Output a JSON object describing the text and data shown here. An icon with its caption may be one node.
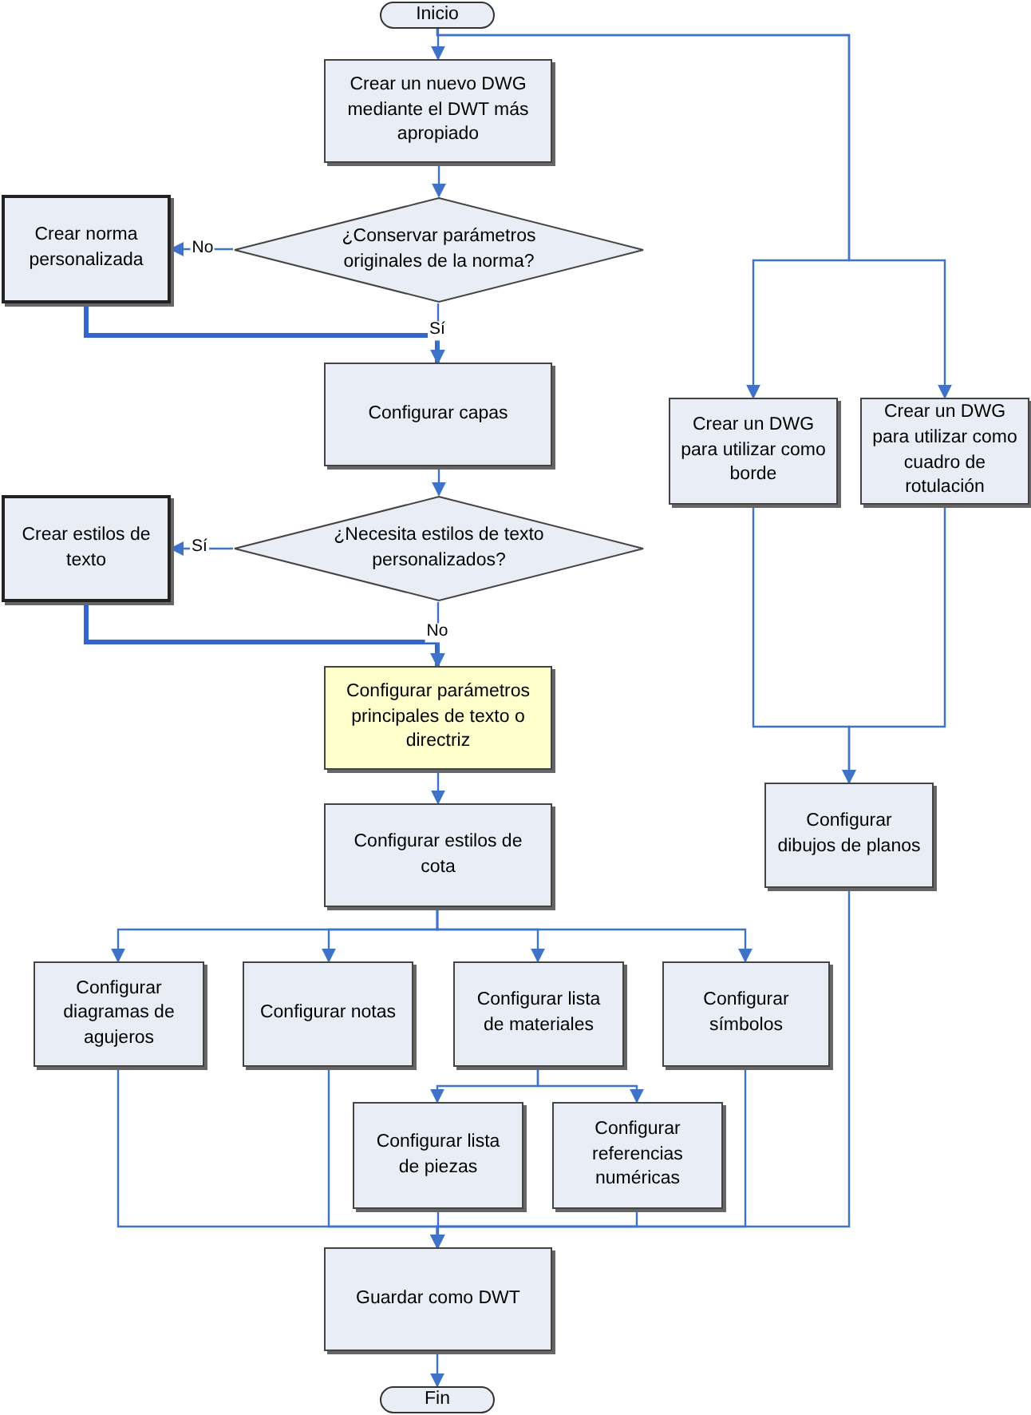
{
  "diagram": {
    "nodes": [
      {
        "text": [
          "Inicio"
        ]
      },
      {
        "text": [
          "Crear un nuevo DWG mediante el DWT más apropiado"
        ]
      },
      {
        "text": [
          "Crear norma personalizada"
        ]
      },
      {
        "text": [
          "¿Conservar parámetros originales de la norma?"
        ]
      },
      {
        "text": [
          "Configurar capas"
        ]
      },
      {
        "text": [
          "Crear estilos de texto"
        ]
      },
      {
        "text": [
          "¿Necesita estilos de texto personalizados?"
        ]
      },
      {
        "text": [
          "Configurar parámetros principales de texto o directriz"
        ]
      },
      {
        "text": [
          "Configurar estilos de cota"
        ]
      },
      {
        "text": [
          "Configurar diagramas de agujeros"
        ]
      },
      {
        "text": [
          "Configurar notas"
        ]
      },
      {
        "text": [
          "Configurar lista de materiales"
        ]
      },
      {
        "text": [
          "Configurar símbolos"
        ]
      },
      {
        "text": [
          "Configurar lista de piezas"
        ]
      },
      {
        "text": [
          "Configurar referencias numéricas"
        ]
      },
      {
        "text": [
          "Guardar como DWT"
        ]
      },
      {
        "text": [
          "Fin"
        ]
      },
      {
        "text": [
          "Crear un DWG para utilizar como borde"
        ]
      },
      {
        "text": [
          "Crear un DWG para utilizar como cuadro de rotulación"
        ]
      },
      {
        "text": [
          "Configurar dibujos de planos"
        ]
      }
    ],
    "edges": [
      {
        "from": 0,
        "to": 1,
        "arrow": "to"
      },
      {
        "from": 1,
        "to": 3,
        "arrow": "to"
      },
      {
        "from": 3,
        "to": 2,
        "arrow": "to",
        "label": "No"
      },
      {
        "from": 2,
        "to": 4,
        "arrow": "to",
        "style": "thick"
      },
      {
        "from": 3,
        "to": 4,
        "arrow": "to",
        "label": "Sí"
      },
      {
        "from": 4,
        "to": 6,
        "arrow": "to"
      },
      {
        "from": 6,
        "to": 5,
        "arrow": "to",
        "label": "Sí"
      },
      {
        "from": 5,
        "to": 7,
        "arrow": "to",
        "style": "thick"
      },
      {
        "from": 6,
        "to": 7,
        "arrow": "to",
        "label": "No"
      },
      {
        "from": 7,
        "to": 8,
        "arrow": "to"
      },
      {
        "from": 8,
        "to": 9,
        "arrow": "to"
      },
      {
        "from": 8,
        "to": 10,
        "arrow": "to"
      },
      {
        "from": 8,
        "to": 11,
        "arrow": "to"
      },
      {
        "from": 8,
        "to": 12,
        "arrow": "to"
      },
      {
        "from": 11,
        "to": 13,
        "arrow": "to"
      },
      {
        "from": 11,
        "to": 14,
        "arrow": "to"
      },
      {
        "from": 9,
        "to": 15,
        "arrow": "to"
      },
      {
        "from": 10,
        "to": 15,
        "arrow": "to"
      },
      {
        "from": 13,
        "to": 15,
        "arrow": "to"
      },
      {
        "from": 14,
        "to": 15,
        "arrow": "to"
      },
      {
        "from": 12,
        "to": 15,
        "arrow": "to"
      },
      {
        "from": 19,
        "to": 15,
        "arrow": "to"
      },
      {
        "from": 15,
        "to": 16,
        "arrow": "to"
      },
      {
        "from": 0,
        "to": 17,
        "arrow": "to"
      },
      {
        "from": 0,
        "to": 18,
        "arrow": "to"
      },
      {
        "from": 17,
        "to": 19,
        "arrow": "to"
      },
      {
        "from": 18,
        "to": 19,
        "arrow": "to"
      }
    ]
  }
}
